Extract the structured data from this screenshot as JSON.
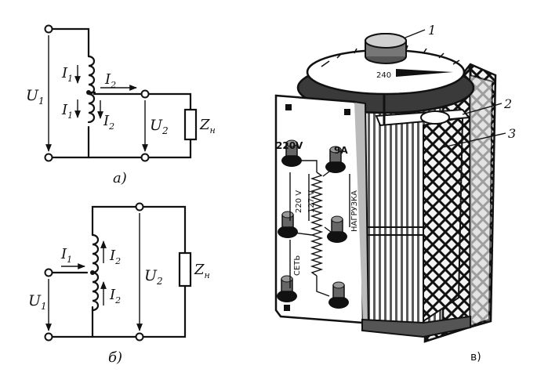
{
  "circuit_a": {
    "caption": "а)",
    "input_voltage": "U",
    "input_voltage_sub": "1",
    "current_top": "I",
    "current_top_sub": "1",
    "current_mid": "I",
    "current_mid_sub": "1",
    "current_out": "I",
    "current_out_sub": "2",
    "current_lower": "I",
    "current_lower_sub": "2",
    "output_voltage": "U",
    "output_voltage_sub": "2",
    "load": "Z",
    "load_sub": "н"
  },
  "circuit_b": {
    "caption": "б)",
    "input_voltage": "U",
    "input_voltage_sub": "1",
    "current_in": "I",
    "current_in_sub": "1",
    "current_upper": "I",
    "current_upper_sub": "2",
    "current_lower": "I",
    "current_lower_sub": "2",
    "output_voltage": "U",
    "output_voltage_sub": "2",
    "load": "Z",
    "load_sub": "н"
  },
  "device": {
    "caption": "в)",
    "callouts": [
      "1",
      "2",
      "3"
    ],
    "dial_number": "240",
    "label_voltage": "220V",
    "label_current": "9A",
    "label_220": "220 V",
    "label_127": "127 V",
    "label_load": "НАГРУЗКА",
    "label_mains": "СЕТЬ"
  }
}
